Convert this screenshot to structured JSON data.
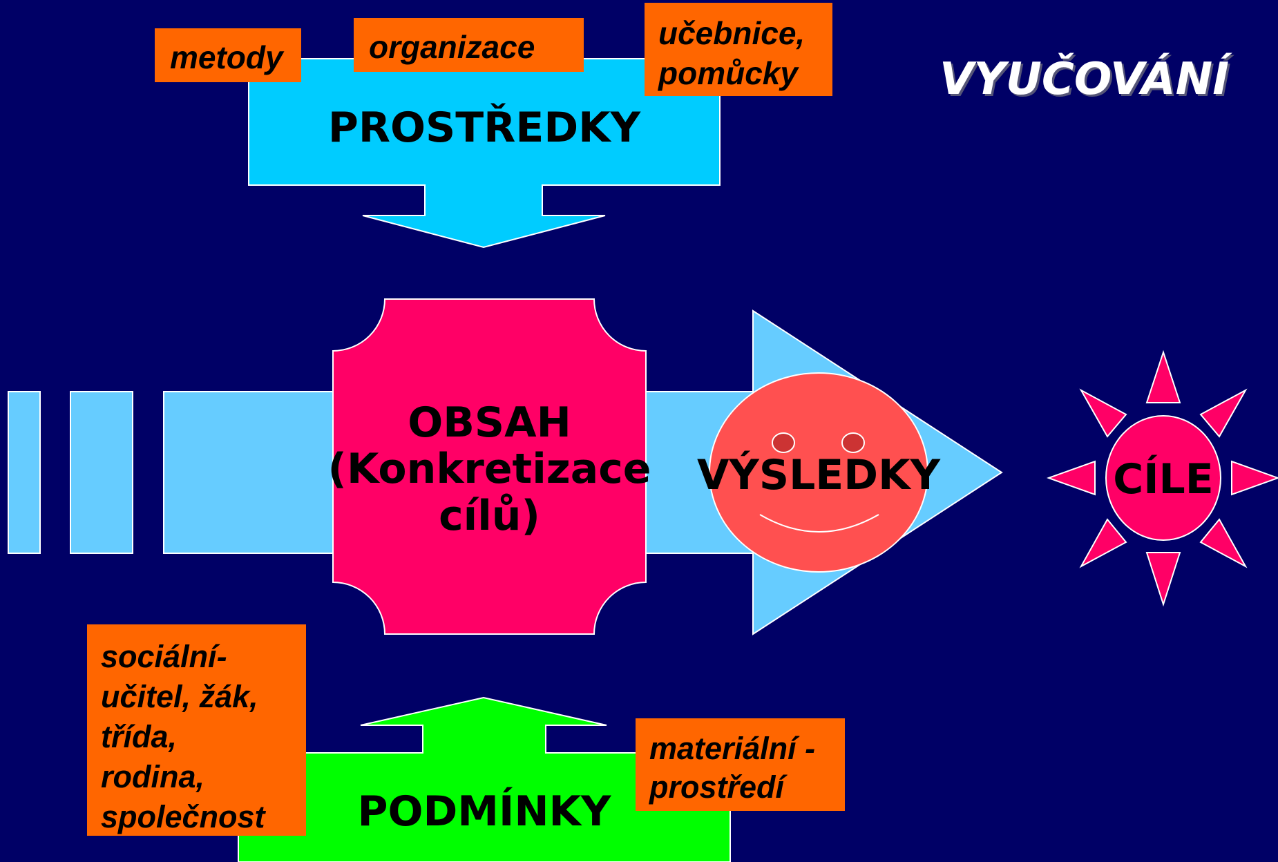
{
  "title": "VYUČOVÁNÍ",
  "means": {
    "label": "PROSTŘEDKY",
    "items": [
      "metody",
      "organizace",
      "učebnice,\npomůcky"
    ]
  },
  "content": {
    "label": "OBSAH\n(Konkretizace\ncílů)"
  },
  "results": {
    "label": "VÝSLEDKY"
  },
  "goals": {
    "label": "CÍLE"
  },
  "conditions": {
    "label": "PODMÍNKY",
    "items": [
      "sociální-\nučitel, žák,\ntřída,\nrodina,\nspolečnost",
      "materiální -\nprostředí"
    ]
  },
  "colors": {
    "background": "#000066",
    "means_box": "#00ccff",
    "flow_arrow": "#66ccff",
    "content_box": "#ff0066",
    "results_face": "#ff5050",
    "goals_sun": "#ff0066",
    "conditions_box": "#00ff00",
    "tags": "#ff6600"
  }
}
